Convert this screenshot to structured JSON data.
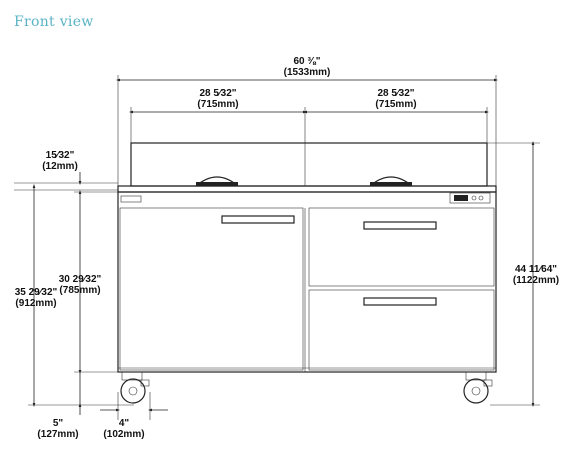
{
  "heading": "Front view",
  "dims": {
    "overall_width": {
      "frac": "60 ⅜\"",
      "mm": "(1533mm)"
    },
    "half_left": {
      "frac": "28 5⁄32\"",
      "mm": "(715mm)"
    },
    "half_right": {
      "frac": "28 5⁄32\"",
      "mm": "(715mm)"
    },
    "top_offset": {
      "frac": "15⁄32\"",
      "mm": "(12mm)"
    },
    "total_height_left": {
      "frac": "35 29⁄32\"",
      "mm": "(912mm)"
    },
    "cabinet_height": {
      "frac": "30 29⁄32\"",
      "mm": "(785mm)"
    },
    "total_height_right": {
      "frac": "44 11⁄64\"",
      "mm": "(1122mm)"
    },
    "caster_height": {
      "frac": "5\"",
      "mm": "(127mm)"
    },
    "caster_width": {
      "frac": "4\"",
      "mm": "(102mm)"
    }
  },
  "colors": {
    "heading": "#5ab3c4",
    "lines": "#222222"
  }
}
